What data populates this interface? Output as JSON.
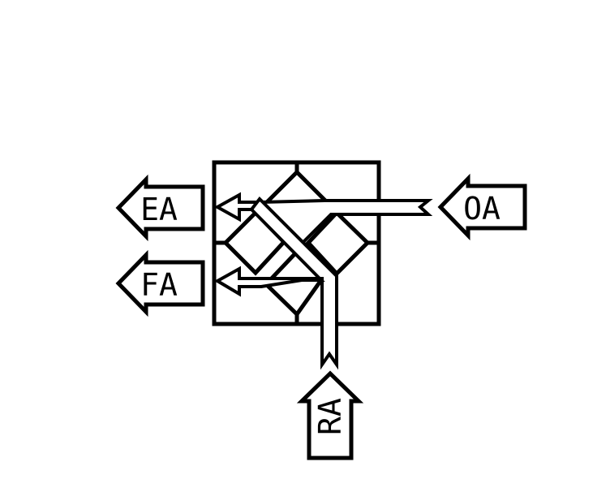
{
  "diagram": {
    "labels": {
      "exhaust_air": "EA",
      "fresh_air": "FA",
      "outdoor_air": "OA",
      "return_air": "RA"
    },
    "colors": {
      "stroke": "#000000",
      "background": "#ffffff"
    }
  }
}
